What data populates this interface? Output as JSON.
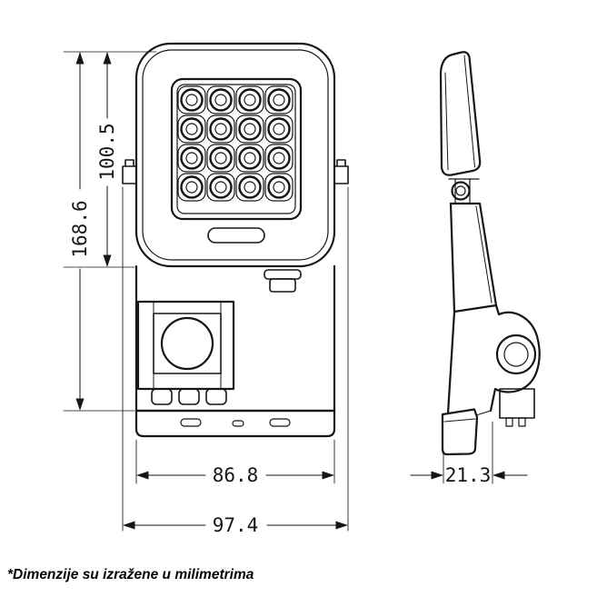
{
  "drawing": {
    "background_color": "#ffffff",
    "line_color": "#161616",
    "dimensions": {
      "total_height": "168.6",
      "head_height": "100.5",
      "body_width": "86.8",
      "overall_width": "97.4",
      "depth": "21.3"
    },
    "footnote": "*Dimenzije su izražene u milimetrima"
  }
}
